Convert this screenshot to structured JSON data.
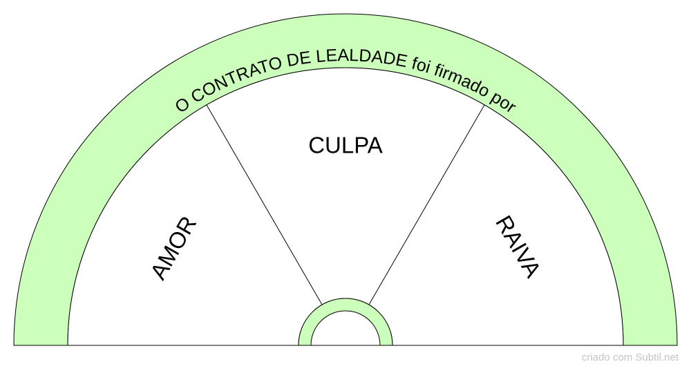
{
  "diagram": {
    "ring_text": "O CONTRATO DE LEALDADE foi firmado por",
    "segments": [
      {
        "label": "AMOR"
      },
      {
        "label": "CULPA"
      },
      {
        "label": "RAIVA"
      }
    ]
  },
  "footer": {
    "credit": "criado com Subtil.net"
  },
  "colors": {
    "ring_fill": "#ccffbb",
    "segment_fill": "#ffffff",
    "stroke": "#000000",
    "credit_text": "#c4c4c4"
  }
}
